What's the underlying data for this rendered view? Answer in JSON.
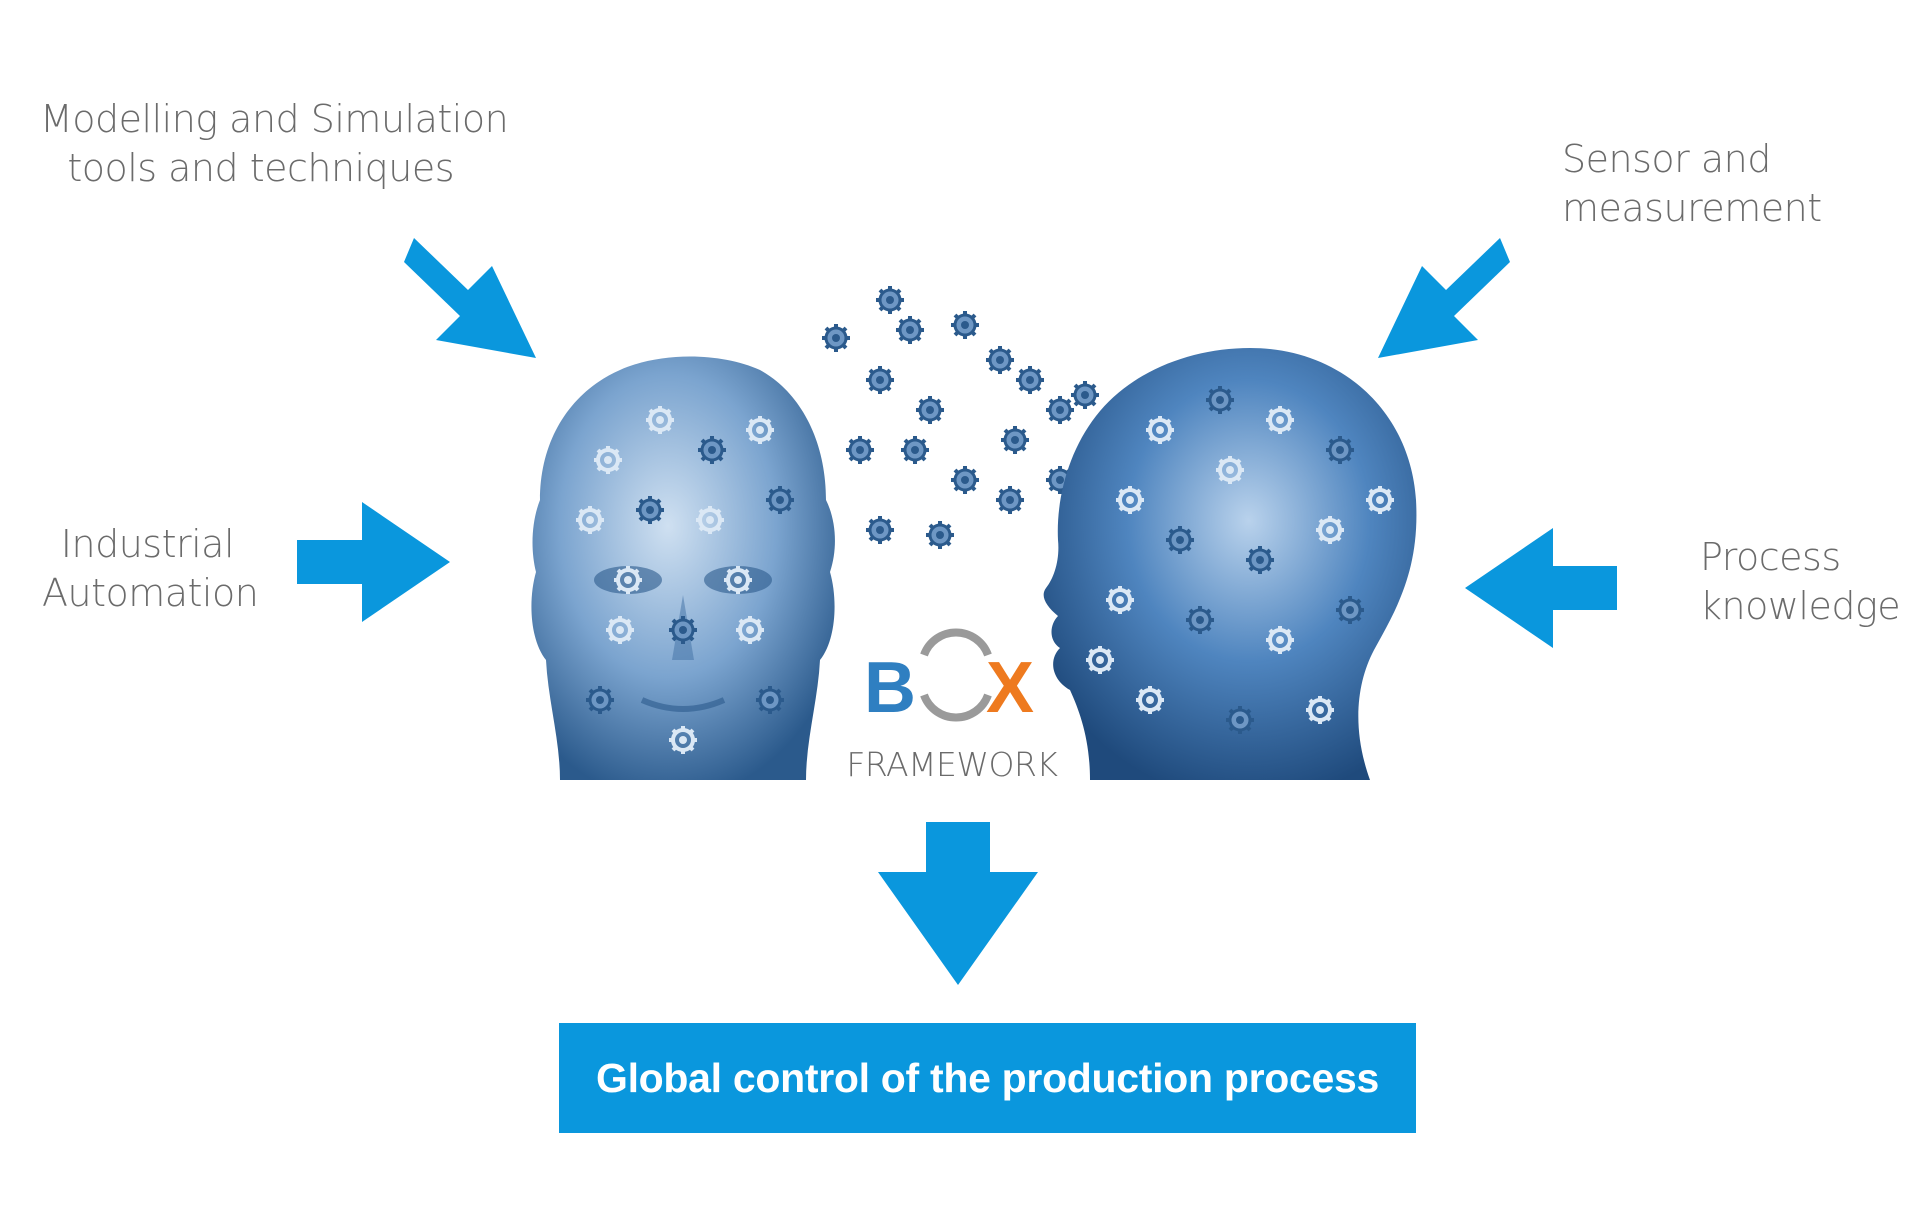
{
  "inputs": {
    "modelling": [
      "Modelling and Simulation",
      "tools and techniques"
    ],
    "sensor": [
      "Sensor and",
      "measurement"
    ],
    "industrial": [
      "Industrial",
      "Automation"
    ],
    "process": [
      "Process",
      "knowledge"
    ]
  },
  "logo": {
    "letters": [
      "B",
      "X"
    ],
    "word": "FRAMEWORK",
    "colors": {
      "b": "#2f7fc1",
      "o": "#9a9a9a",
      "x": "#ee7a1f"
    }
  },
  "illustration": {
    "left_head": "gear-head-facing-front",
    "right_head": "gear-head-profile",
    "colors": {
      "light": "#a9c6e3",
      "mid": "#5f8fc0",
      "dark": "#2b5a8c"
    }
  },
  "output": {
    "label": "Global control of the production process"
  },
  "colors": {
    "arrow": "#0a97dd",
    "text": "#6b6b6b",
    "box": "#0a97dd"
  }
}
